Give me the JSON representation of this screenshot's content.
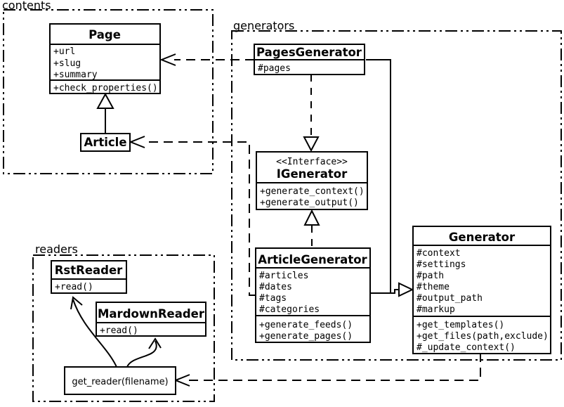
{
  "diagram": {
    "title": "UML class diagram",
    "colors": {
      "stroke": "#000000",
      "background": "#ffffff"
    },
    "packages": {
      "contents": {
        "label": "contents"
      },
      "generators": {
        "label": "generators"
      },
      "readers": {
        "label": "readers"
      }
    },
    "classes": {
      "page": {
        "title": "Page",
        "attrs": [
          "+url",
          "+slug",
          "+summary"
        ],
        "methods": [
          "+check_properties()"
        ]
      },
      "article": {
        "title": "Article"
      },
      "pagesGenerator": {
        "title": "PagesGenerator",
        "attrs": [
          "#pages"
        ]
      },
      "iGenerator": {
        "stereotype": "<<Interface>>",
        "title": "IGenerator",
        "methods": [
          "+generate_context()",
          "+generate_output()"
        ]
      },
      "articleGenerator": {
        "title": "ArticleGenerator",
        "attrs": [
          "#articles",
          "#dates",
          "#tags",
          "#categories"
        ],
        "methods": [
          "+generate_feeds()",
          "+generate_pages()"
        ]
      },
      "generator": {
        "title": "Generator",
        "attrs": [
          "#context",
          "#settings",
          "#path",
          "#theme",
          "#output_path",
          "#markup"
        ],
        "methods": [
          "+get_templates()",
          "+get_files(path,exclude)",
          "#_update_context()"
        ]
      },
      "rstReader": {
        "title": "RstReader",
        "methods": [
          "+read()"
        ]
      },
      "mardownReader": {
        "title": "MardownReader",
        "methods": [
          "+read()"
        ]
      },
      "getReader": {
        "title": "get_reader(filename)"
      }
    }
  }
}
